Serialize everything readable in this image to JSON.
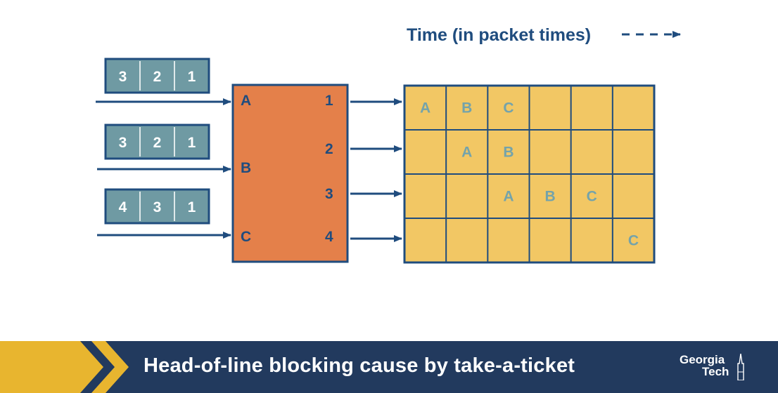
{
  "time_label": "Time (in packet times)",
  "inputs": [
    {
      "port": "A",
      "queue": [
        "3",
        "2",
        "1"
      ]
    },
    {
      "port": "B",
      "queue": [
        "3",
        "2",
        "1"
      ]
    },
    {
      "port": "C",
      "queue": [
        "4",
        "3",
        "1"
      ]
    }
  ],
  "outputs": [
    "1",
    "2",
    "3",
    "4"
  ],
  "schedule": [
    [
      "A",
      "B",
      "C",
      "",
      "",
      ""
    ],
    [
      "",
      "A",
      "B",
      "",
      "",
      ""
    ],
    [
      "",
      "",
      "A",
      "B",
      "C",
      ""
    ],
    [
      "",
      "",
      "",
      "",
      "",
      "C"
    ]
  ],
  "footer": {
    "title": "Head-of-line blocking cause by take-a-ticket",
    "logo_line1": "Georgia",
    "logo_line2": "Tech"
  },
  "colors": {
    "navy": "#1f4c7e",
    "queue_fill": "#6f9aa3",
    "switch_fill": "#e4804a",
    "grid_fill": "#f2c764",
    "cell_text": "#74a3aa",
    "bar_bg": "#223a5e",
    "chevron": "#e8b52f"
  }
}
